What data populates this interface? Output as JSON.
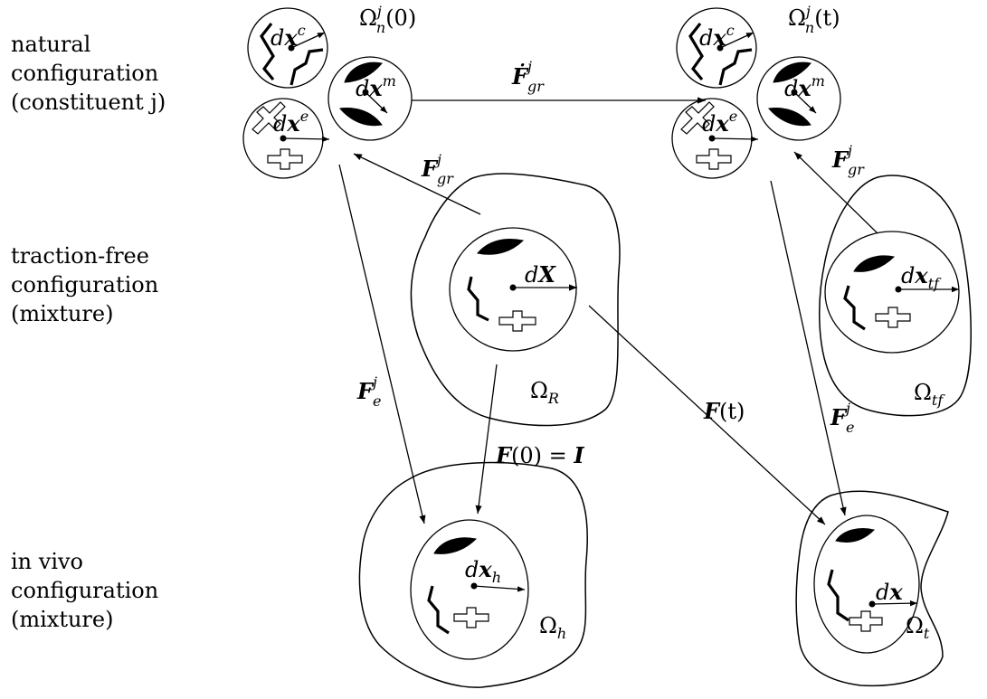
{
  "rows": {
    "natural": [
      "natural",
      "configuration",
      "(constituent j)"
    ],
    "traction_free": [
      "traction-free",
      "configuration",
      "(mixture)"
    ],
    "in_vivo": [
      "in vivo",
      "configuration",
      "(mixture)"
    ]
  },
  "omega_n0": {
    "base": "Ω",
    "sup": "j",
    "sub": "n",
    "arg": "(0)"
  },
  "omega_nt": {
    "base": "Ω",
    "sup": "j",
    "sub": "n",
    "arg": "(t)"
  },
  "omega_R": {
    "base": "Ω",
    "sub": "R"
  },
  "omega_tf": {
    "base": "Ω",
    "sub": "tf"
  },
  "omega_h": {
    "base": "Ω",
    "sub": "h"
  },
  "omega_t": {
    "base": "Ω",
    "sub": "t"
  },
  "vec_dxc": {
    "d": "d",
    "x": "x",
    "sup": "c"
  },
  "vec_dxm": {
    "d": "d",
    "x": "x",
    "sup": "m"
  },
  "vec_dxe": {
    "d": "d",
    "x": "x",
    "sup": "e"
  },
  "vec_dX": {
    "d": "d",
    "x": "X"
  },
  "vec_dxtf": {
    "d": "d",
    "x": "x",
    "sub": "tf"
  },
  "vec_dxh": {
    "d": "d",
    "x": "x",
    "sub": "h"
  },
  "vec_dx": {
    "d": "d",
    "x": "x"
  },
  "map_Fgr_dot": {
    "F": "Ḟ",
    "sup": "j",
    "sub": "gr"
  },
  "map_Fgr": {
    "F": "F",
    "sup": "j",
    "sub": "gr"
  },
  "map_Fe": {
    "F": "F",
    "sup": "j",
    "sub": "e"
  },
  "map_F0": {
    "F": "F",
    "arg": "(0) = ",
    "I": "I"
  },
  "map_Ft": {
    "F": "F",
    "arg": "(t)"
  }
}
